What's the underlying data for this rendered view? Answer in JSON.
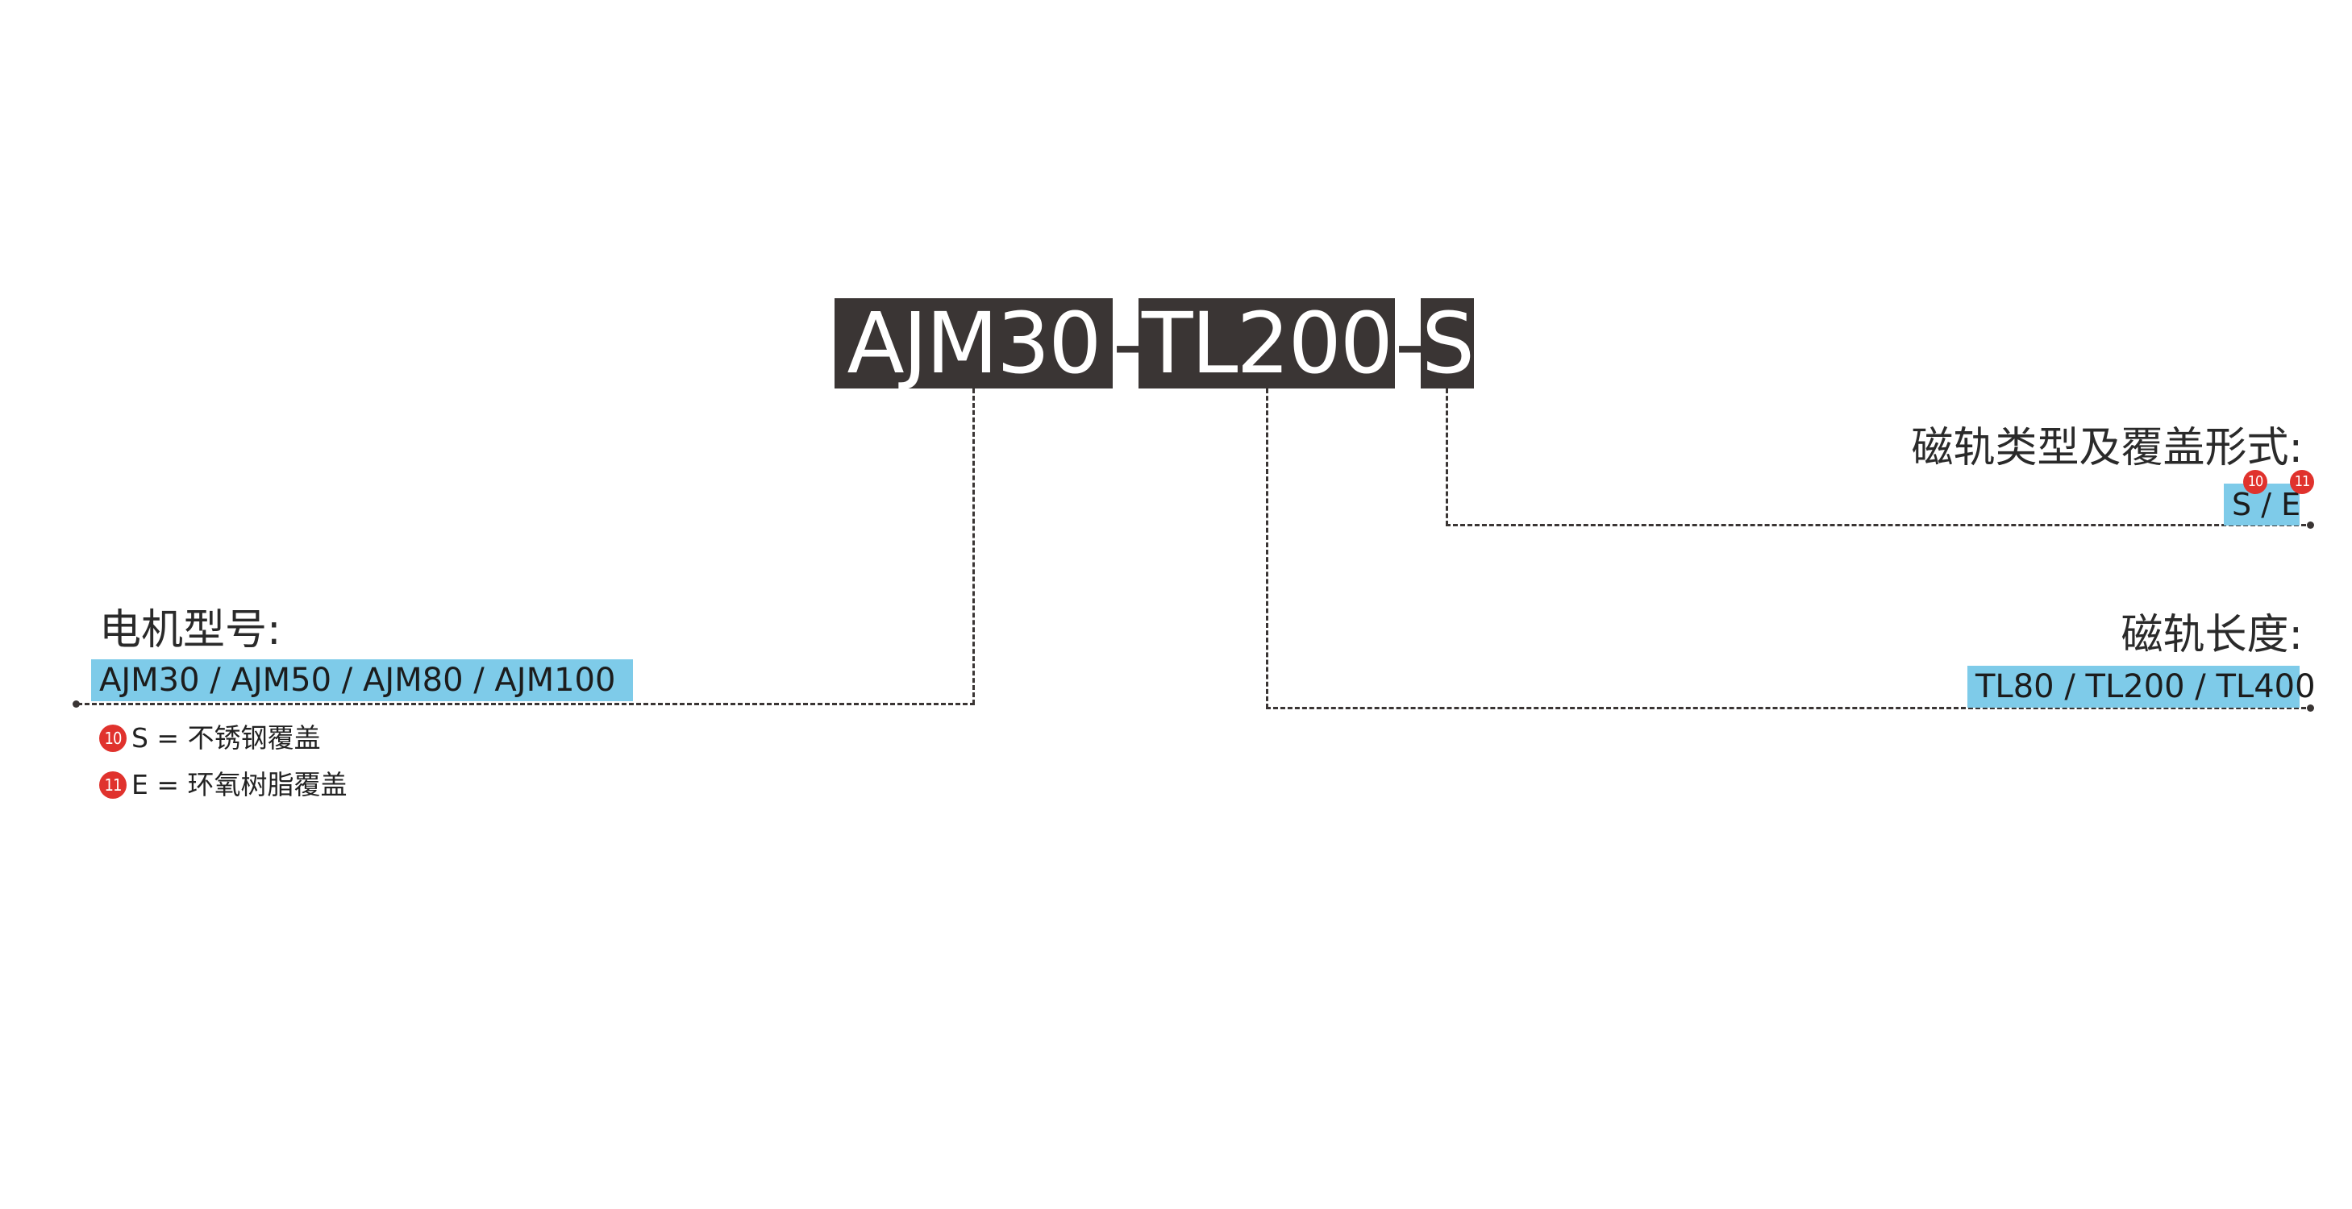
{
  "model_code": {
    "part1": "AJM30",
    "sep1": "-",
    "part2": "TL200",
    "sep2": "-",
    "part3": "S"
  },
  "motor_model": {
    "title": "电机型号:",
    "options": "AJM30 / AJM50 / AJM80 / AJM100"
  },
  "track_type": {
    "title": "磁轨类型及覆盖形式:",
    "options": "S / E",
    "badge_s": "10",
    "badge_e": "11"
  },
  "track_length": {
    "title": "磁轨长度:",
    "options": "TL80 / TL200 / TL400"
  },
  "notes": [
    {
      "badge": "10",
      "text": "S = 不锈钢覆盖"
    },
    {
      "badge": "11",
      "text": "E = 环氧树脂覆盖"
    }
  ],
  "colors": {
    "code_background": "#3a3534",
    "option_highlight": "#7ecbe9",
    "badge": "#e0322d",
    "line": "#3a3534"
  }
}
